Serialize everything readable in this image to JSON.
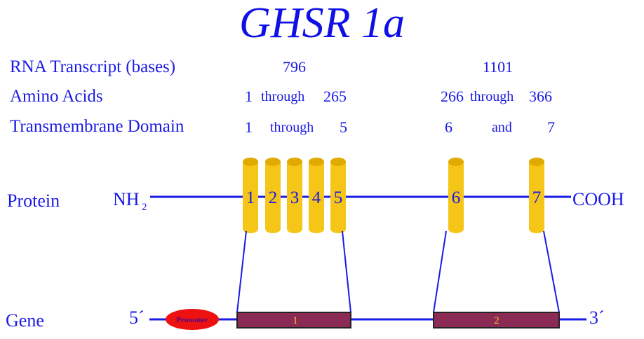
{
  "title": "GHSR 1a",
  "rows": {
    "rna": {
      "label": "RNA Transcript (bases)",
      "exon1": "796",
      "exon2": "1101"
    },
    "amino": {
      "label": "Amino Acids",
      "exon1": {
        "start": "1",
        "mid": "through",
        "end": "265"
      },
      "exon2": {
        "start": "266",
        "mid": "through",
        "end": "366"
      }
    },
    "tm": {
      "label": "Transmembrane Domain",
      "exon1": {
        "start": "1",
        "mid": "through",
        "end": "5"
      },
      "exon2": {
        "start": "6",
        "mid": "and",
        "end": "7"
      }
    }
  },
  "protein": {
    "label": "Protein",
    "n_term": "NH",
    "n_term_sub": "2",
    "c_term": "COOH",
    "domains": [
      "1",
      "2",
      "3",
      "4",
      "5",
      "6",
      "7"
    ]
  },
  "gene": {
    "label": "Gene",
    "five_prime": "5´",
    "three_prime": "3´",
    "promoter": "Promoter",
    "exons": [
      "1",
      "2"
    ]
  },
  "colors": {
    "line": "#1a1ae6",
    "domain": "#f5c518",
    "domain_dark": "#e0aa00",
    "exon": "#8b2b55",
    "promoter": "#ee1111"
  }
}
